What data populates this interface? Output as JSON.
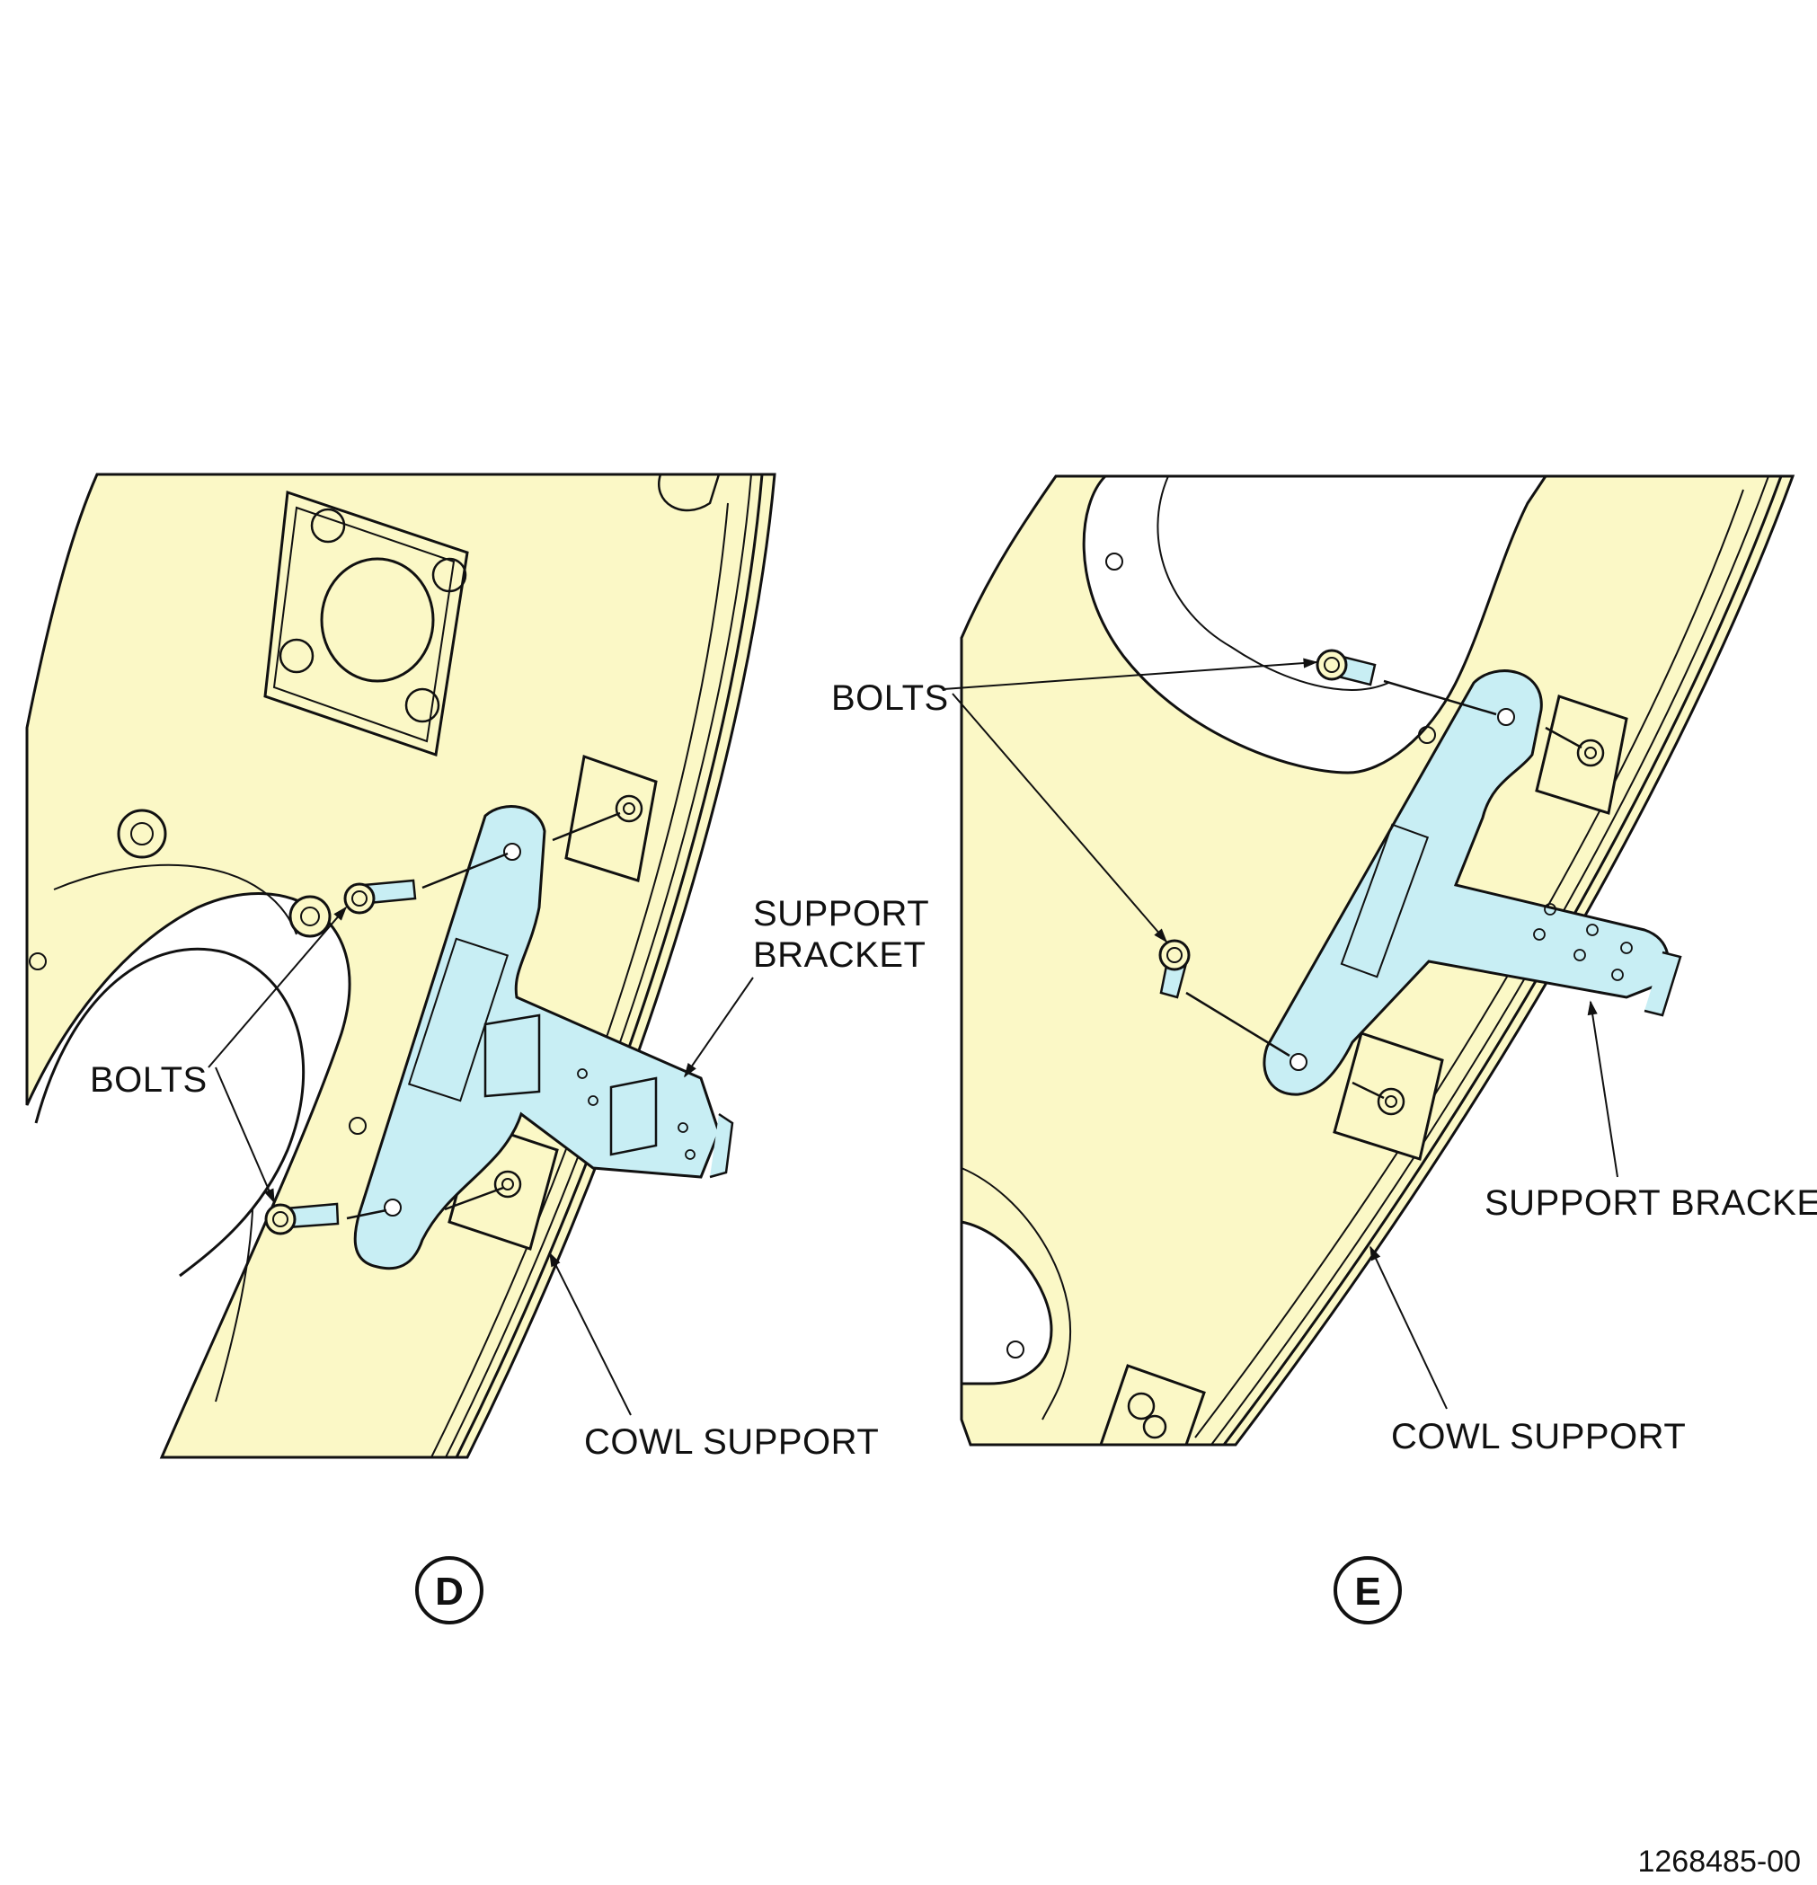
{
  "colors": {
    "cowl_fill": "#FBF8C6",
    "bracket_fill": "#C8EEF4",
    "line": "#111111",
    "background": "#FFFFFF"
  },
  "views": [
    {
      "id": "D",
      "label": "D",
      "callouts": {
        "bolts": "BOLTS",
        "support_bracket_line1": "SUPPORT",
        "support_bracket_line2": "BRACKET",
        "cowl_support": "COWL SUPPORT"
      }
    },
    {
      "id": "E",
      "label": "E",
      "callouts": {
        "bolts": "BOLTS",
        "support_bracket": "SUPPORT BRACKET",
        "cowl_support": "COWL SUPPORT"
      }
    }
  ],
  "figure_id": "1268485-00"
}
